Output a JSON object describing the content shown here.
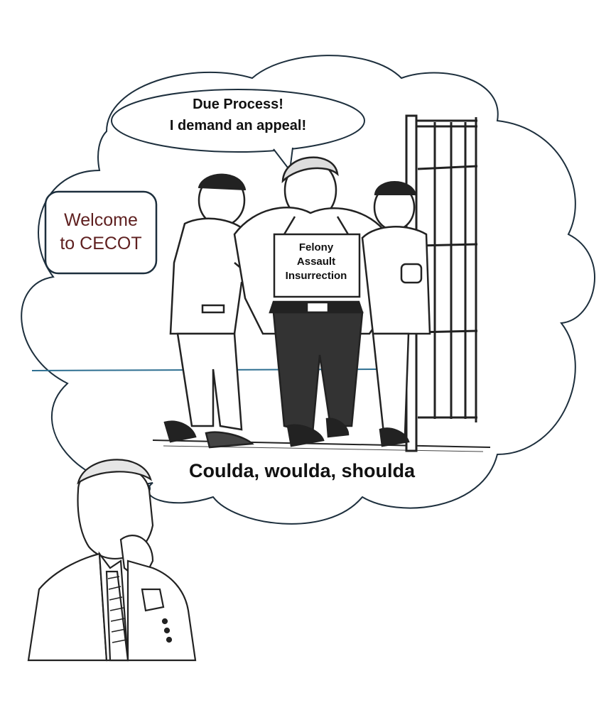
{
  "speech_bubble": {
    "line1": "Due Process!",
    "line2": "I demand an appeal!"
  },
  "welcome_sign": {
    "line1": "Welcome",
    "line2": "to CECOT",
    "color": "#5e1f1f"
  },
  "placard": {
    "line1": "Felony",
    "line2": "Assault",
    "line3": "Insurrection"
  },
  "caption": "Coulda, woulda, shoulda"
}
